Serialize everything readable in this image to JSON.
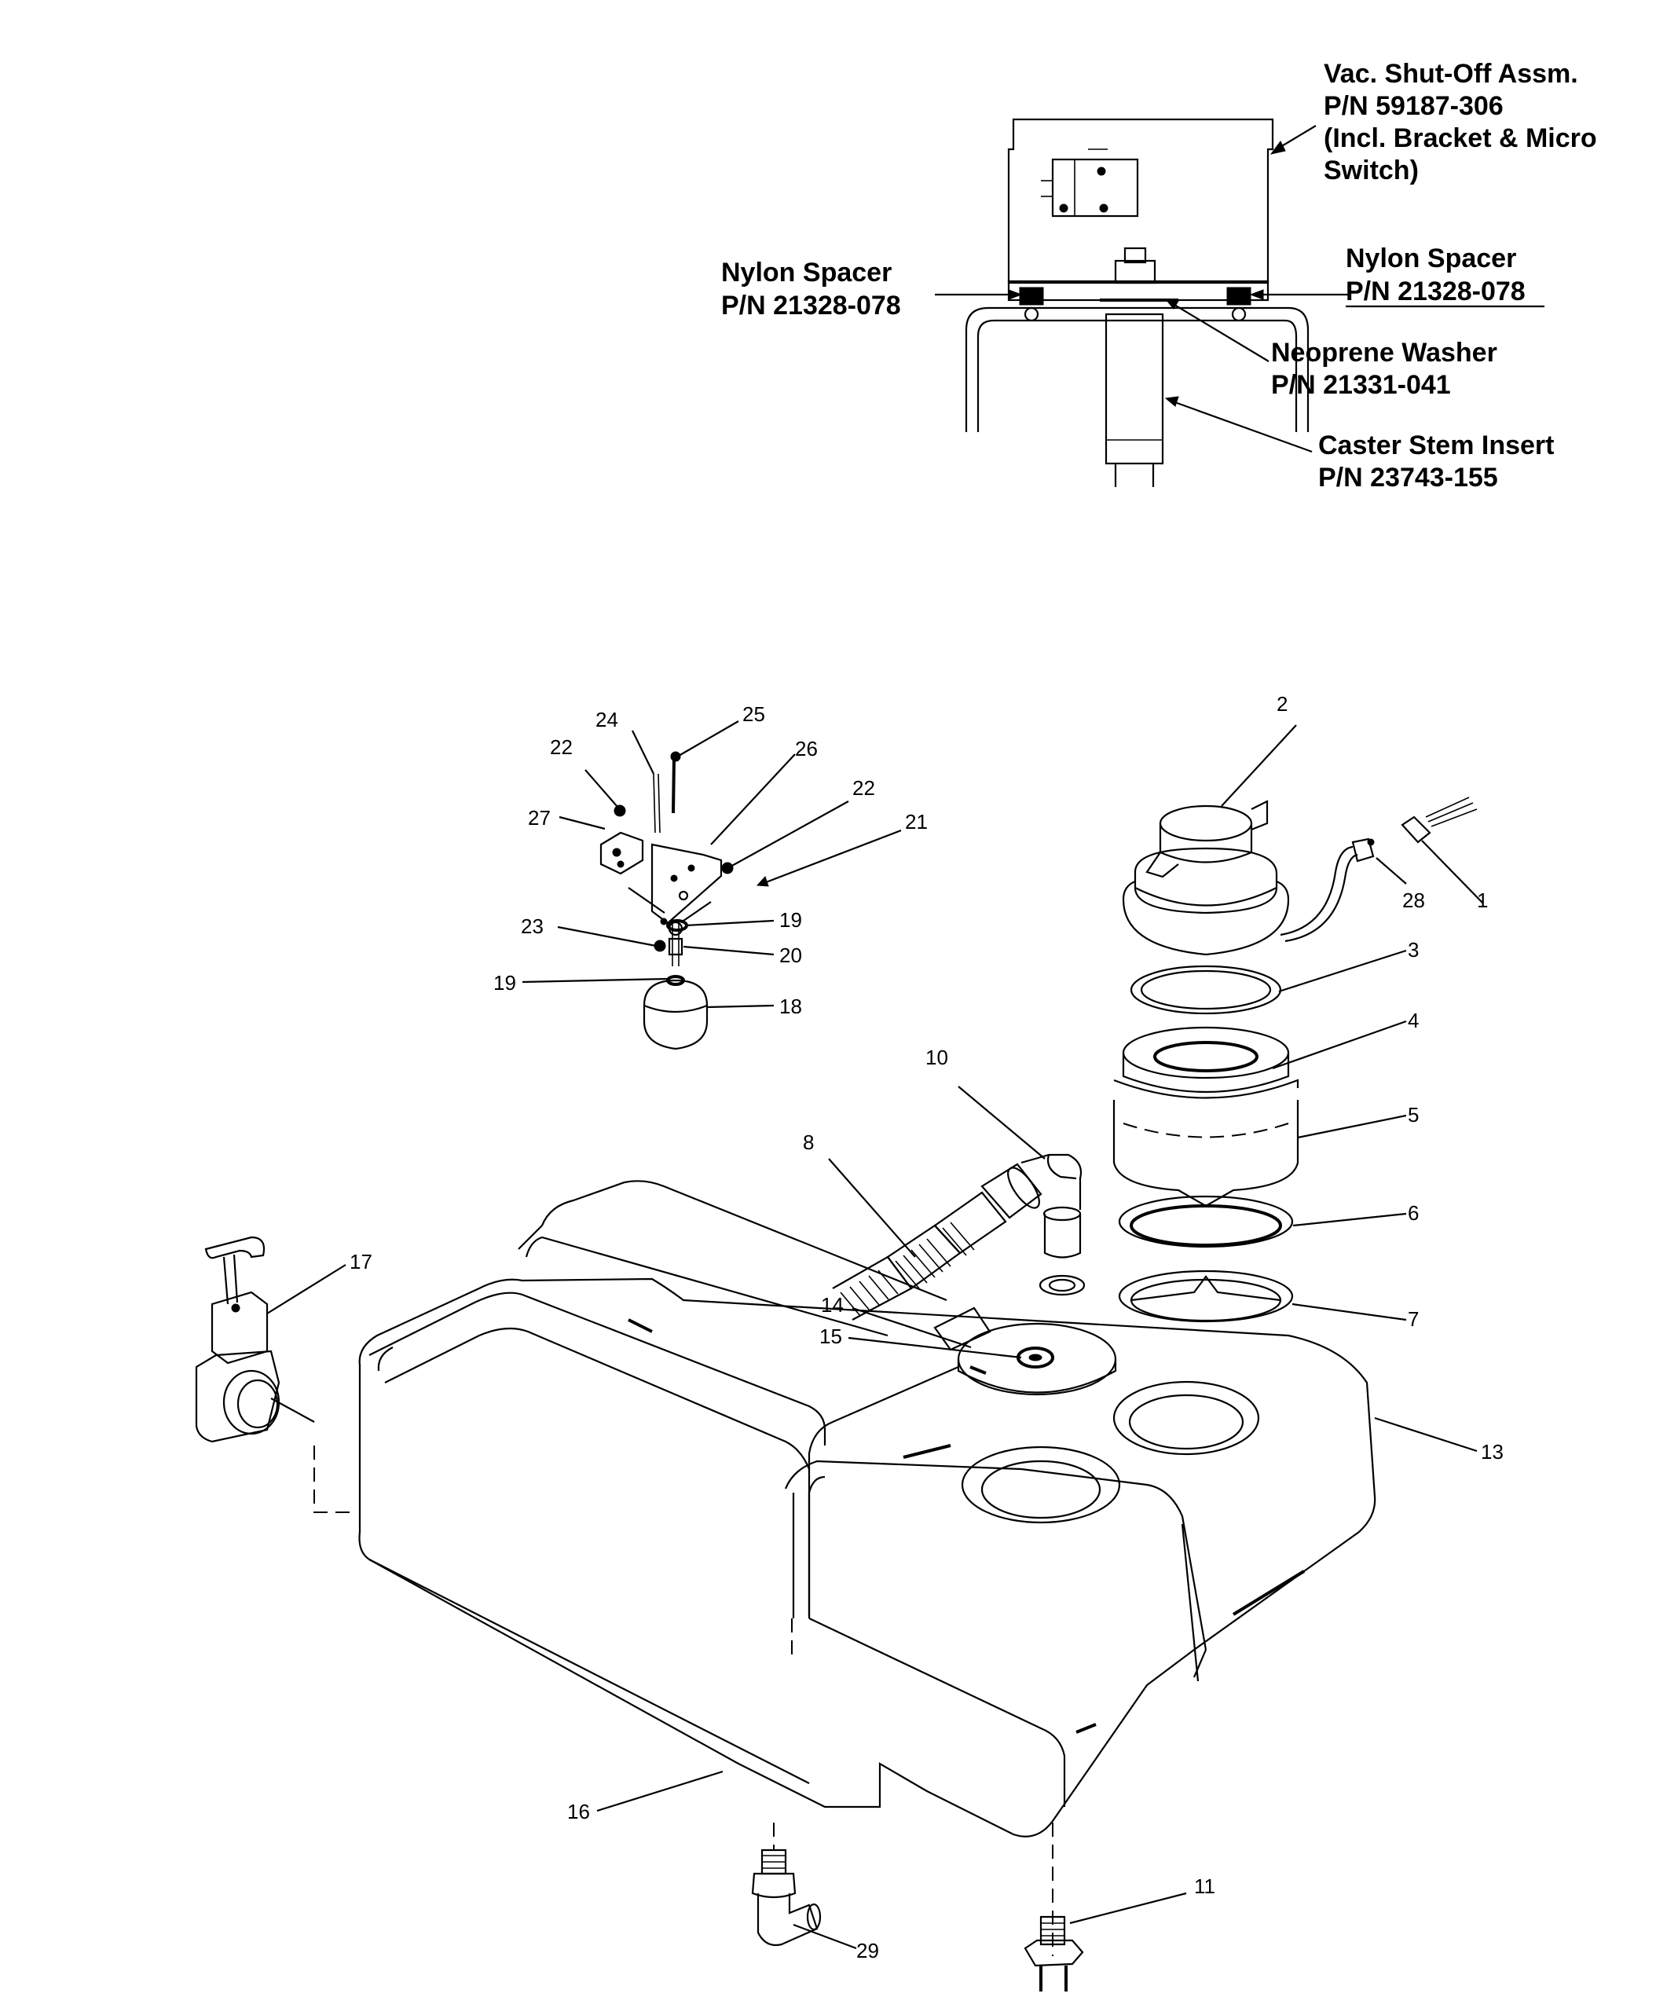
{
  "callouts": {
    "vac_shutoff": [
      "Vac. Shut-Off Assm.",
      "P/N 59187-306",
      "(Incl. Bracket & Micro",
      "Switch)"
    ],
    "nylon_spacer_left": [
      "Nylon Spacer",
      "P/N 21328-078"
    ],
    "nylon_spacer_right": [
      "Nylon Spacer",
      "P/N 21328-078"
    ],
    "neoprene_washer": [
      "Neoprene Washer",
      "P/N 21331-041"
    ],
    "caster_stem": [
      "Caster Stem Insert",
      "P/N 23743-155"
    ]
  },
  "part_numbers": {
    "p1": "1",
    "p2": "2",
    "p3": "3",
    "p4": "4",
    "p5": "5",
    "p6": "6",
    "p7": "7",
    "p8": "8",
    "p10": "10",
    "p11": "11",
    "p13": "13",
    "p14": "14",
    "p15": "15",
    "p16": "16",
    "p17": "17",
    "p18": "18",
    "p19a": "19",
    "p19b": "19",
    "p20": "20",
    "p21": "21",
    "p22a": "22",
    "p22b": "22",
    "p23": "23",
    "p24": "24",
    "p25": "25",
    "p26": "26",
    "p27": "27",
    "p28": "28",
    "p29": "29"
  }
}
